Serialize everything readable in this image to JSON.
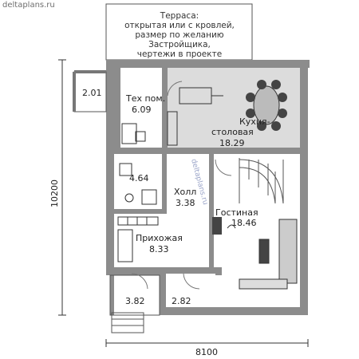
{
  "site": "deltaplans.ru",
  "terrace": {
    "text": "Терраса:\nоткрытая или с кровлей,\nразмер по желанию\nЗастройщика,\nчертежи в проекте"
  },
  "rooms": {
    "storage_top": {
      "area": "2.01"
    },
    "tech": {
      "name": "Тех пом.",
      "area": "6.09"
    },
    "kitchen": {
      "name": "Кухня-\nстоловая",
      "area": "18.29"
    },
    "bath": {
      "area": "4.64"
    },
    "hall": {
      "name": "Холл",
      "area": "3.38"
    },
    "living": {
      "name": "Гостиная",
      "area": "18.46"
    },
    "entry": {
      "name": "Прихожая",
      "area": "8.33"
    },
    "vestibule": {
      "area": "3.82"
    },
    "storage_bottom": {
      "area": "2.82"
    }
  },
  "dimensions": {
    "width": "8100",
    "height": "10200"
  },
  "watermark": "deltaplans.ru",
  "colors": {
    "wall": "#8c8c8c",
    "floor_tint": "#dcdcdc",
    "lines": "#333333"
  }
}
